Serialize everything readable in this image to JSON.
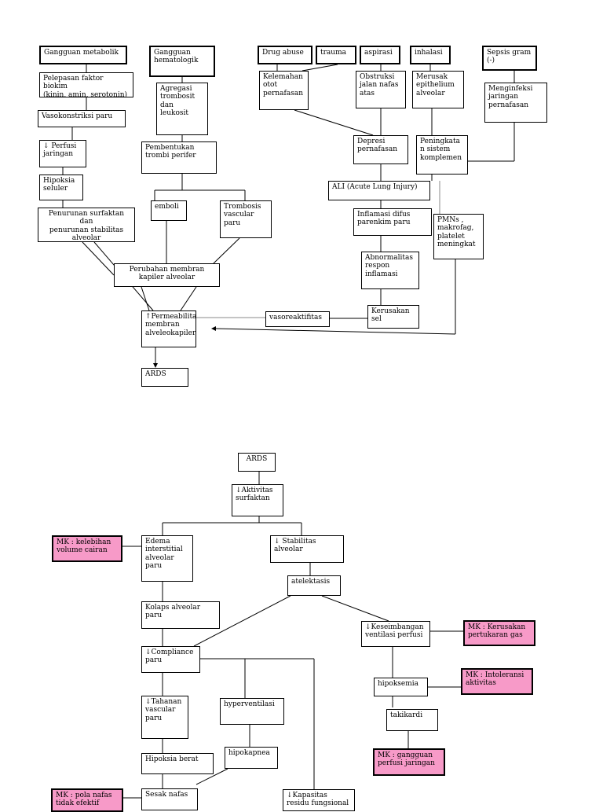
{
  "diagram_1": {
    "gangguan_metabolik": "Gangguan metabolik",
    "gangguan_hematologik": "Gangguan\nhematologik",
    "drug_abuse": "Drug abuse",
    "trauma": "trauma",
    "aspirasi": "aspirasi",
    "inhalasi": "inhalasi",
    "sepsis_gram": "Sepsis gram\n(-)",
    "pelepasan_faktor": "Pelepasan faktor biokim\n(kinin, amin, serotonin)",
    "agregasi": "Agregasi\ntrombosit\ndan\nleukosit",
    "kelemahan_otot": "Kelemahan\notot\npernafasan",
    "obstruksi": "Obstruksi\njalan nafas\natas",
    "merusak_epithelium": "Merusak\nepithelium\nalveolar",
    "menginfeksi": "Menginfeksi\njaringan\npernafasan",
    "vasokonstriksi": "Vasokonstriksi paru",
    "perfusi_jaringan": "↓ Perfusi\njaringan",
    "pembentukan_trombi": "Pembentukan\ntrombi perifer",
    "depresi_pernafasan": "Depresi\npernafasan",
    "peningkatan_komplemen": "Peningkata\nn sistem\nkomplemen",
    "ali": "ALI (Acute Lung Injury)",
    "hipoksia_seluler": "Hipoksia\nseluler",
    "emboli": "emboli",
    "trombosis": "Trombosis\nvascular\nparu",
    "inflamasi_difus": "Inflamasi difus\nparenkim paru",
    "pmns": "PMNs ,\nmakrofag,\nplatelet\nmeningkat",
    "penurunan_surfaktan": "Penurunan surfaktan dan\npenurunan stabilitas\nalveolar",
    "abnormalitas": "Abnormalitas\nrespon\ninflamasi",
    "perubahan_membran": "Perubahan membran\nkapiler alveolar",
    "permeabilitas": "↑Permeabilitas\nmembran\nalveleokapiler",
    "vasoreaktifitas": "vasoreaktifitas",
    "kerusakan_sel": "Kerusakan\nsel",
    "ards": "ARDS"
  },
  "diagram_2": {
    "ards_top": "ARDS",
    "aktivitas_surfaktan": "↓Aktivitas\nsurfaktan",
    "mk_kelebihan_volume": "MK : kelebihan\nvolume cairan",
    "edema_interstitial": "Edema\ninterstitial\nalveolar\nparu",
    "stabilitas_alveolar": "↓ Stabilitas alveolar",
    "atelektasis": "atelektasis",
    "kolaps_alveolar": "Kolaps alveolar\nparu",
    "keseimbangan": "↓Keseimbangan\nventilasi perfusi",
    "mk_kerusakan_gas": "MK : Kerusakan\npertukaran gas",
    "compliance": "↓Compliance\nparu",
    "hipoksemia": "hipoksemia",
    "mk_intoleransi": "MK : Intoleransi\naktivitas",
    "tahanan_vascular": "↓Tahanan\nvascular\nparu",
    "hyperventilasi": "hyperventilasi",
    "takikardi": "takikardi",
    "mk_gangguan_perfusi": "MK : gangguan\nperfusi jaringan",
    "hipoksia_berat": "Hipoksia berat",
    "hipokapnea": "hipokapnea",
    "mk_pola_nafas": "MK : pola nafas\ntidak efektif",
    "sesak_nafas": "Sesak nafas",
    "kapasitas": "↓Kapasitas\nresidu fungsional"
  },
  "colors": {
    "mk_fill": "#f79ac8",
    "line": "#000000",
    "line_gray": "#888888"
  }
}
